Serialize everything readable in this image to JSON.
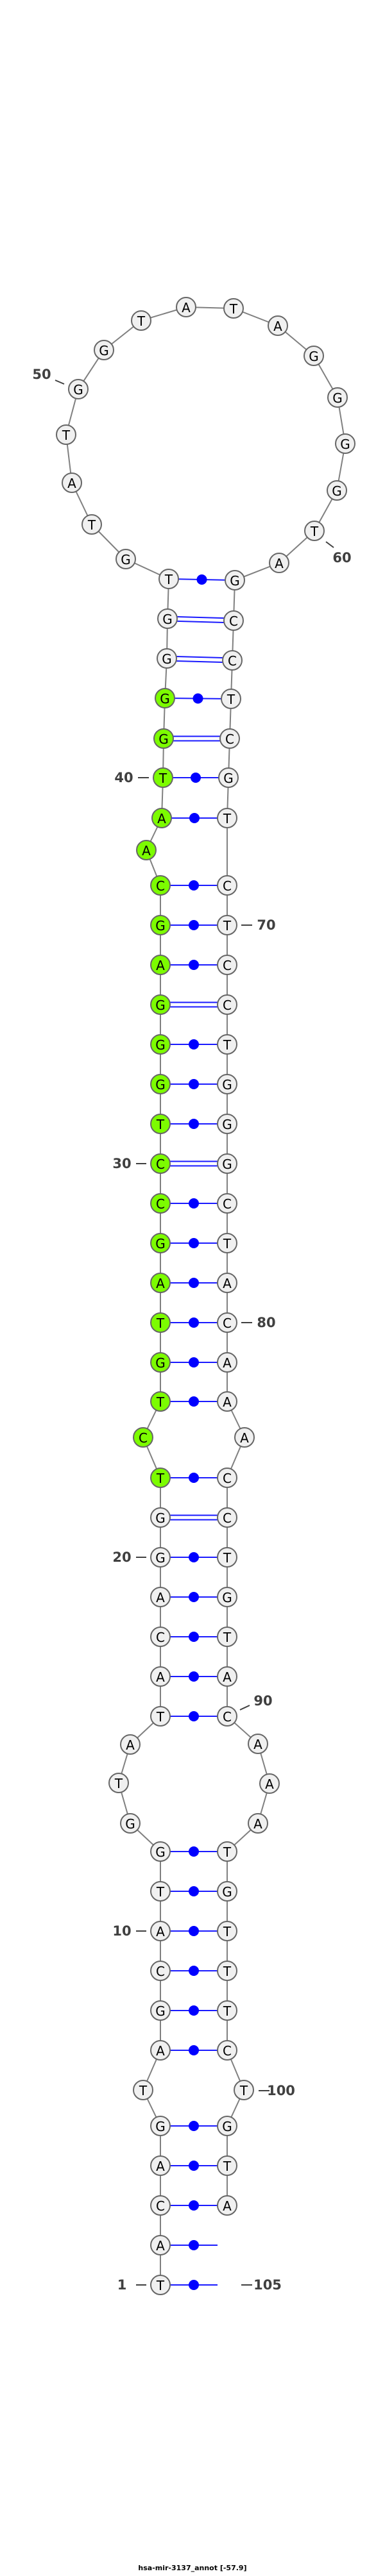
{
  "title": "hsa-mir-3137_annot [-57.9]",
  "sequence": "TACAGTAGCATGGTATACAGGTCTGTAGCCTGGGAGCAATGGGGTGTATGGTATAGGGGTAGCCTCGTCTCCTGGGCTACAAACCTGTACAAATGTTTCTGTA",
  "highlight": {
    "from": 22,
    "to": 42,
    "color": "#7cfc00"
  },
  "colors": {
    "node_fill": "#f0f0f0",
    "pair": "#0000ff",
    "backbone": "#808080"
  },
  "pairs": [
    [
      1,
      105
    ],
    [
      2,
      104
    ],
    [
      3,
      103
    ],
    [
      4,
      102
    ],
    [
      5,
      101
    ],
    [
      7,
      99
    ],
    [
      8,
      98
    ],
    [
      9,
      97
    ],
    [
      10,
      96
    ],
    [
      11,
      95
    ],
    [
      12,
      94
    ],
    [
      16,
      90
    ],
    [
      17,
      89
    ],
    [
      18,
      88
    ],
    [
      19,
      87
    ],
    [
      20,
      86
    ],
    [
      21,
      85
    ],
    [
      22,
      84
    ],
    [
      24,
      82
    ],
    [
      25,
      81
    ],
    [
      26,
      80
    ],
    [
      27,
      79
    ],
    [
      28,
      78
    ],
    [
      29,
      77
    ],
    [
      30,
      76
    ],
    [
      31,
      75
    ],
    [
      32,
      74
    ],
    [
      33,
      73
    ],
    [
      34,
      72
    ],
    [
      35,
      71
    ],
    [
      36,
      70
    ],
    [
      37,
      69
    ],
    [
      39,
      68
    ],
    [
      40,
      67
    ],
    [
      41,
      66
    ],
    [
      42,
      65
    ],
    [
      43,
      64
    ],
    [
      44,
      63
    ],
    [
      45,
      62
    ]
  ],
  "labels": [
    {
      "n": 1,
      "text": "1"
    },
    {
      "n": 10,
      "text": "10"
    },
    {
      "n": 20,
      "text": "20"
    },
    {
      "n": 30,
      "text": "30"
    },
    {
      "n": 40,
      "text": "40"
    },
    {
      "n": 50,
      "text": "50"
    },
    {
      "n": 60,
      "text": "60"
    },
    {
      "n": 70,
      "text": "70"
    },
    {
      "n": 80,
      "text": "80"
    },
    {
      "n": 90,
      "text": "90"
    },
    {
      "n": 100,
      "text": "100"
    },
    {
      "n": 105,
      "text": "105"
    }
  ]
}
